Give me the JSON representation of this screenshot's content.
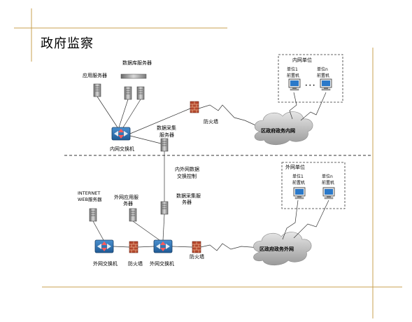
{
  "slide": {
    "title": "政府监察"
  },
  "colors": {
    "accent": "#c8a050",
    "cloud": "#b8b8b8",
    "firewall": "#c0392b",
    "switch": "#2c6fb0"
  },
  "diagram": {
    "inner": {
      "app_server": "应用服务器",
      "db_server": "数据库服务器",
      "collect_server_l1": "数据采集",
      "collect_server_l2": "服务器",
      "switch": "内网交换机",
      "firewall": "防火墙",
      "cloud": "区政府政务内网",
      "unit_box_title": "内网单位",
      "unit1_l1": "单位1",
      "unit1_l2": "前置机",
      "unitn_l1": "单位n",
      "unitn_l2": "前置机",
      "ellipsis": "• • •"
    },
    "exchange": {
      "l1": "内外网数据",
      "l2": "交换控制"
    },
    "outer": {
      "internet_server_l1": "INTERNET",
      "internet_server_l2": "WEB服务器",
      "app_server_l1": "外网应用服",
      "app_server_l2": "务器",
      "collect_server_l1": "数据采集服",
      "collect_server_l2": "务器",
      "switch1": "外网交换机",
      "firewall1": "防火墙",
      "switch2": "外网交换机",
      "firewall2": "防火墙",
      "cloud": "区政府政务外网",
      "unit_box_title": "外网单位",
      "unit1_l1": "单位1",
      "unit1_l2": "前置机",
      "unitn_l1": "单位n",
      "unitn_l2": "前置机"
    }
  }
}
